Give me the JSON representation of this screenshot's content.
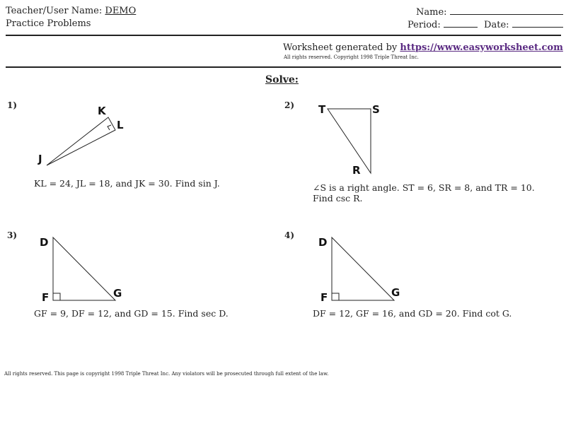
{
  "header": {
    "teacher_label": "Teacher/User Name:",
    "teacher_value": "DEMO",
    "subtitle": "Practice Problems",
    "name_label": "Name:",
    "period_label": "Period:",
    "date_label": "Date:"
  },
  "generator": {
    "prefix": "Worksheet generated by",
    "link": "https://www.easyworksheet.com",
    "copyright": "All rights reserved. Copyright 1998 Triple Threat Inc."
  },
  "title": "Solve:",
  "problems": [
    {
      "number": "1)",
      "labels": [
        "K",
        "L",
        "J"
      ],
      "text": "KL = 24, JL = 18, and JK = 30. Find sin J."
    },
    {
      "number": "2)",
      "labels": [
        "T",
        "S",
        "R"
      ],
      "text": "∠S is a right angle. ST = 6, SR = 8, and TR = 10. Find csc R."
    },
    {
      "number": "3)",
      "labels": [
        "D",
        "F",
        "G"
      ],
      "text": "GF = 9, DF = 12, and GD = 15. Find sec D."
    },
    {
      "number": "4)",
      "labels": [
        "D",
        "F",
        "G"
      ],
      "text": "DF = 12, GF = 16, and GD = 20. Find cot G."
    }
  ],
  "footer": "All rights reserved. This page is copyright 1998 Triple Threat Inc. Any violators will be prosecuted through full extent of the law.",
  "colors": {
    "link": "#5a2a82",
    "text": "#222222"
  }
}
